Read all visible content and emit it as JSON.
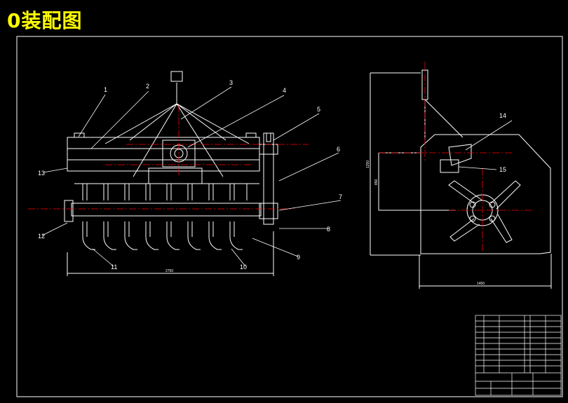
{
  "title": "0装配图",
  "callouts": [
    "1",
    "2",
    "3",
    "4",
    "5",
    "6",
    "7",
    "8",
    "9",
    "10",
    "11",
    "12",
    "13",
    "14",
    "15"
  ],
  "dimensions": {
    "front_width": "2750",
    "side_height_outer": "1250",
    "side_height_inner": "850",
    "side_width": "1450"
  },
  "colors": {
    "background": "#000000",
    "lines": "#ffffff",
    "centerlines": "#ff0000",
    "title": "#ffff00"
  }
}
